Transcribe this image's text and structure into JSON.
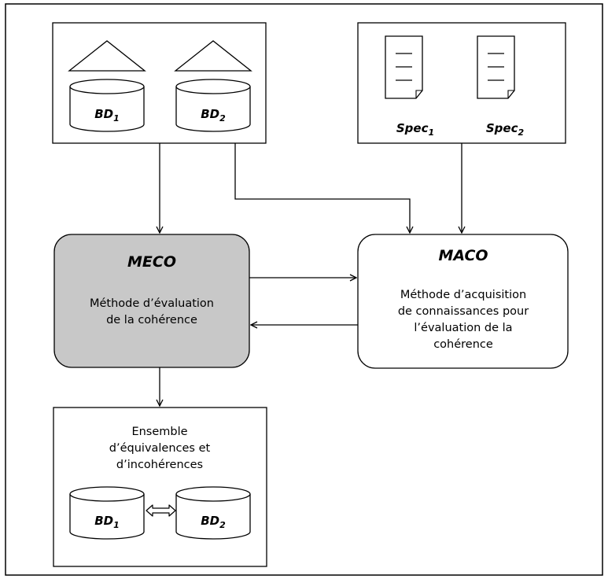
{
  "databases_top": {
    "items": [
      {
        "name": "BD",
        "sub": "1"
      },
      {
        "name": "BD",
        "sub": "2"
      }
    ]
  },
  "specs": {
    "items": [
      {
        "name": "Spec",
        "sub": "1"
      },
      {
        "name": "Spec",
        "sub": "2"
      }
    ]
  },
  "meco": {
    "title": "MECO",
    "desc_lines": [
      "Méthode d’évaluation",
      "de la cohérence"
    ],
    "fill": "#c8c8c8"
  },
  "maco": {
    "title": "MACO",
    "desc_lines": [
      "Méthode d’acquisition",
      "de connaissances pour",
      "l’évaluation de la",
      "cohérence"
    ],
    "fill": "#ffffff"
  },
  "result": {
    "lines": [
      "Ensemble",
      "d’équivalences et",
      "d’incohérences"
    ],
    "databases": [
      {
        "name": "BD",
        "sub": "1"
      },
      {
        "name": "BD",
        "sub": "2"
      }
    ]
  }
}
